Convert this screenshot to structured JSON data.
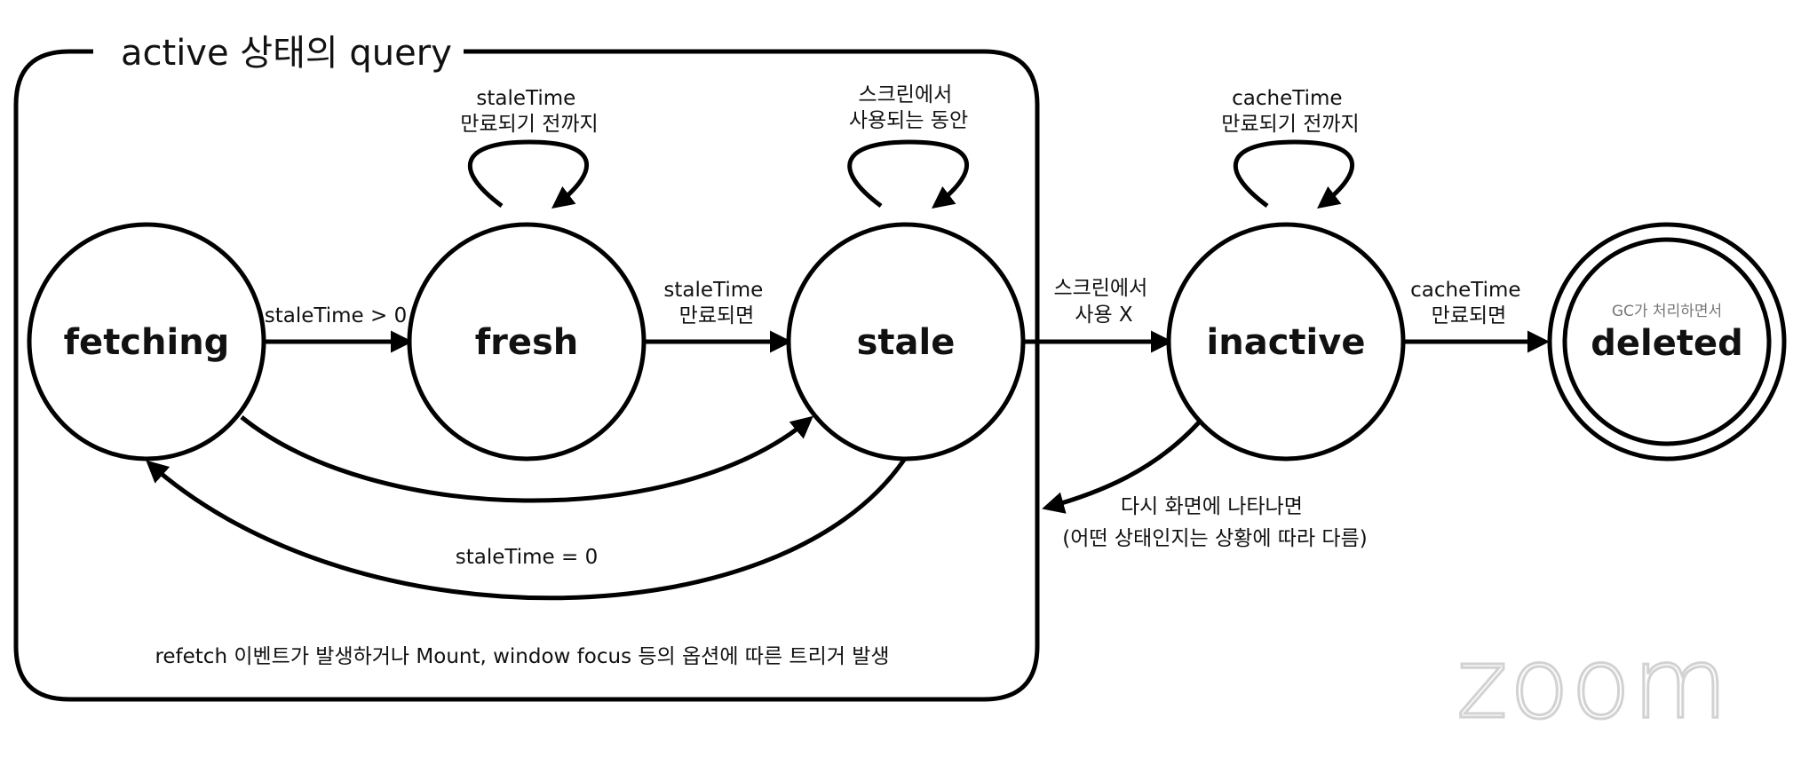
{
  "group": {
    "title": "active 상태의 query",
    "footer": "refetch 이벤트가 발생하거나 Mount, window focus 등의 옵션에 따른 트리거 발생"
  },
  "states": {
    "fetching": "fetching",
    "fresh": "fresh",
    "stale": "stale",
    "inactive": "inactive",
    "deleted": "deleted",
    "deleted_caption": "GC가 처리하면서"
  },
  "loops": {
    "fresh": [
      "staleTime",
      "만료되기 전까지"
    ],
    "stale": [
      "스크린에서",
      "사용되는 동안"
    ],
    "inactive": [
      "cacheTime",
      "만료되기 전까지"
    ]
  },
  "edges": {
    "fetching_to_fresh": "staleTime > 0",
    "fresh_to_stale": [
      "staleTime",
      "만료되면"
    ],
    "fetching_to_stale": "staleTime = 0",
    "stale_to_inactive": [
      "스크린에서",
      "사용 X"
    ],
    "inactive_to_deleted": [
      "cacheTime",
      "만료되면"
    ],
    "inactive_back": [
      "다시 화면에 나타나면",
      "(어떤 상태인지는 상황에 따라 다름)"
    ]
  },
  "watermark": "zoom"
}
